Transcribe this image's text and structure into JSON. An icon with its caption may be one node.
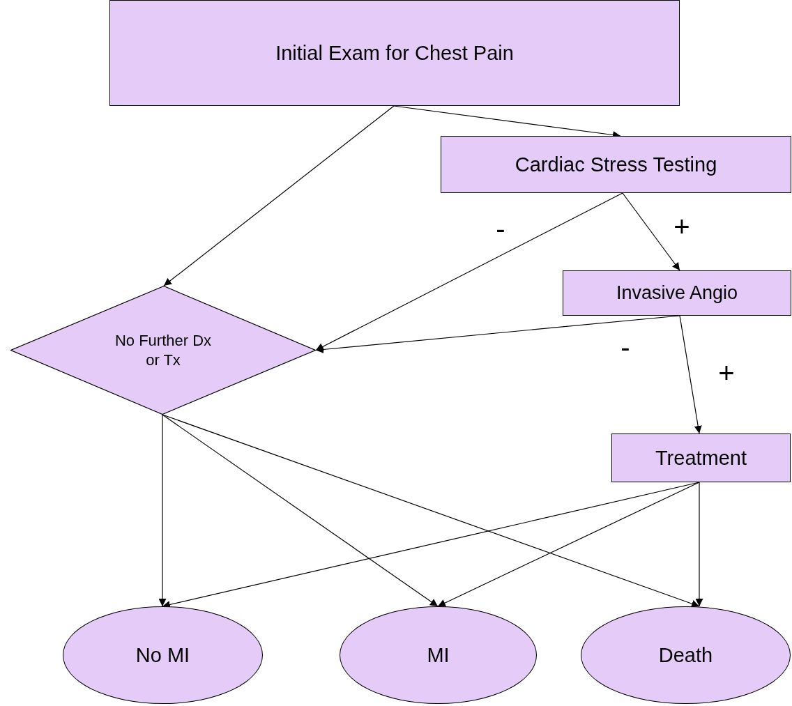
{
  "diagram": {
    "nodes": [
      {
        "text": [
          "Initial Exam for Chest Pain"
        ]
      },
      {
        "text": [
          "Cardiac Stress Testing"
        ]
      },
      {
        "text": [
          "Invasive Angio"
        ]
      },
      {
        "text": [
          "No Further Dx or Tx"
        ]
      },
      {
        "text": [
          "Treatment"
        ]
      },
      {
        "text": [
          "No MI"
        ]
      },
      {
        "text": [
          "MI"
        ]
      },
      {
        "text": [
          "Death"
        ]
      }
    ],
    "edges": [
      {
        "from": 0,
        "to": 3,
        "arrow": "to"
      },
      {
        "from": 0,
        "to": 1,
        "arrow": "to"
      },
      {
        "from": 1,
        "to": 3,
        "arrow": "to",
        "label": "-"
      },
      {
        "from": 1,
        "to": 2,
        "arrow": "to",
        "label": "+"
      },
      {
        "from": 2,
        "to": 3,
        "arrow": "to",
        "label": "-"
      },
      {
        "from": 2,
        "to": 4,
        "arrow": "to",
        "label": "+"
      },
      {
        "from": 3,
        "to": 5,
        "arrow": "to"
      },
      {
        "from": 3,
        "to": 6,
        "arrow": "to"
      },
      {
        "from": 3,
        "to": 7,
        "arrow": "to"
      },
      {
        "from": 4,
        "to": 5,
        "arrow": "to"
      },
      {
        "from": 4,
        "to": 6,
        "arrow": "to"
      },
      {
        "from": 4,
        "to": 7,
        "arrow": "to"
      }
    ]
  }
}
